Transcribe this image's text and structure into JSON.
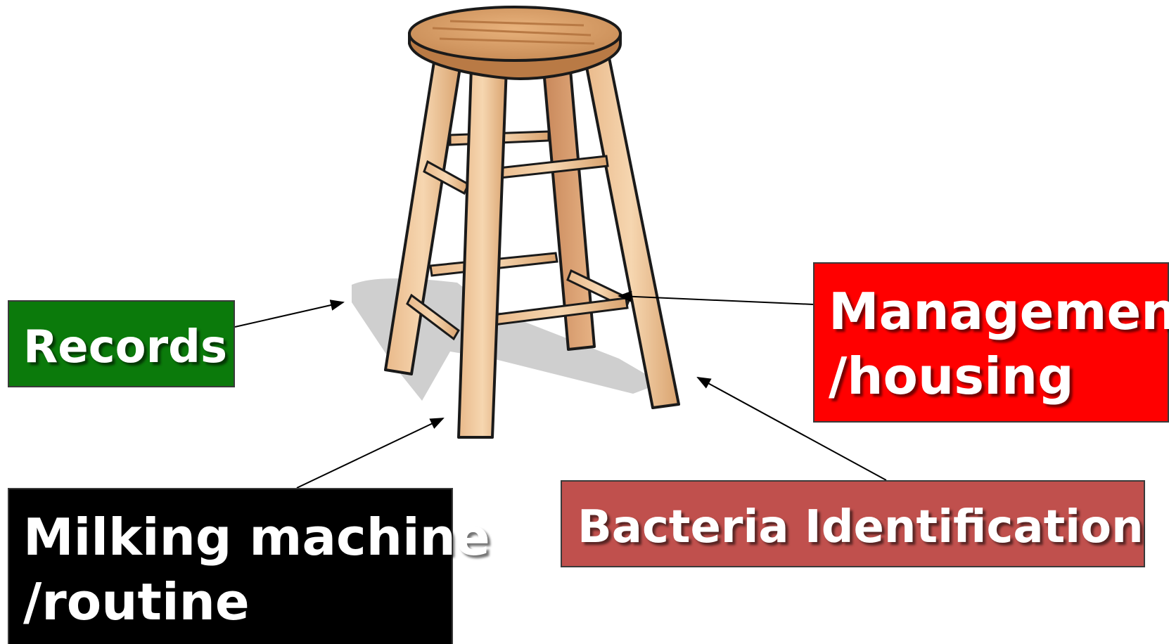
{
  "labels": {
    "records": {
      "text": "Records",
      "color": "#0b7a0b"
    },
    "management": {
      "line1": "Management",
      "line2": "/housing",
      "color": "#ff0000"
    },
    "milking": {
      "line1": "Milking machine",
      "line2": "/routine",
      "color": "#000000"
    },
    "bacteria": {
      "text": "Bacteria Identification",
      "color": "#c0504d"
    }
  },
  "illustration": {
    "icon": "wooden-stool-icon"
  }
}
